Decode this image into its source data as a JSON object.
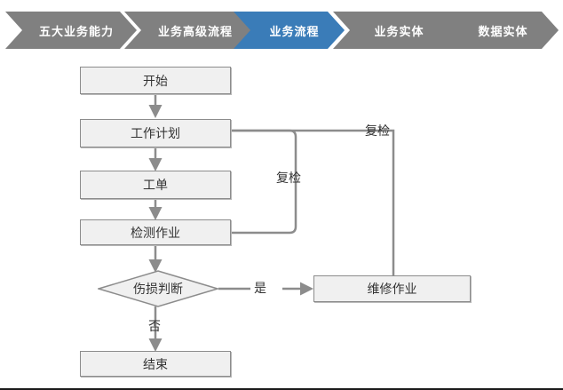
{
  "breadcrumb": {
    "active_color": "#3a7cb8",
    "inactive_color": "#808080",
    "items": [
      {
        "label": "五大业务能力",
        "active": false
      },
      {
        "label": "业务高级流程",
        "active": false
      },
      {
        "label": "业务流程",
        "active": true
      },
      {
        "label": "业务实体",
        "active": false
      },
      {
        "label": "数据实体",
        "active": false
      }
    ]
  },
  "flowchart": {
    "node_fill": "#f0f0f0",
    "node_border": "#8c8c8c",
    "connector_color": "#8c8c8c",
    "text_color": "#333333",
    "nodes": [
      {
        "id": "start",
        "label": "开始",
        "shape": "rect"
      },
      {
        "id": "work_plan",
        "label": "工作计划",
        "shape": "rect"
      },
      {
        "id": "work_order",
        "label": "工单",
        "shape": "rect"
      },
      {
        "id": "inspection",
        "label": "检测作业",
        "shape": "rect"
      },
      {
        "id": "decision",
        "label": "伤损判断",
        "shape": "diamond"
      },
      {
        "id": "repair",
        "label": "维修作业",
        "shape": "rect"
      },
      {
        "id": "end",
        "label": "结束",
        "shape": "rect"
      }
    ],
    "edge_labels": {
      "recheck_inner": "复检",
      "recheck_outer": "复检",
      "yes": "是",
      "no": "否"
    }
  }
}
